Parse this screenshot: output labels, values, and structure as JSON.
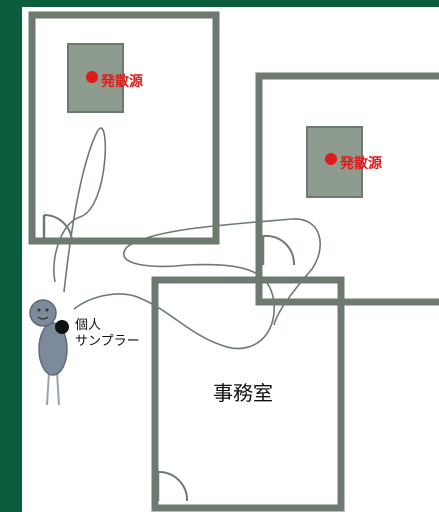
{
  "colors": {
    "frame_bg": "#0b5d3b",
    "wall": "#6e7a70",
    "source_fill": "#8e9c90",
    "source_dot": "#e01b1b",
    "person": "#7d8a9c",
    "path": "#6e7a70"
  },
  "rooms": {
    "source_label_1": "発散源",
    "source_label_2": "発散源",
    "office_label": "事務室"
  },
  "person": {
    "sampler_label_line1": "個人",
    "sampler_label_line2": "サンプラー"
  }
}
